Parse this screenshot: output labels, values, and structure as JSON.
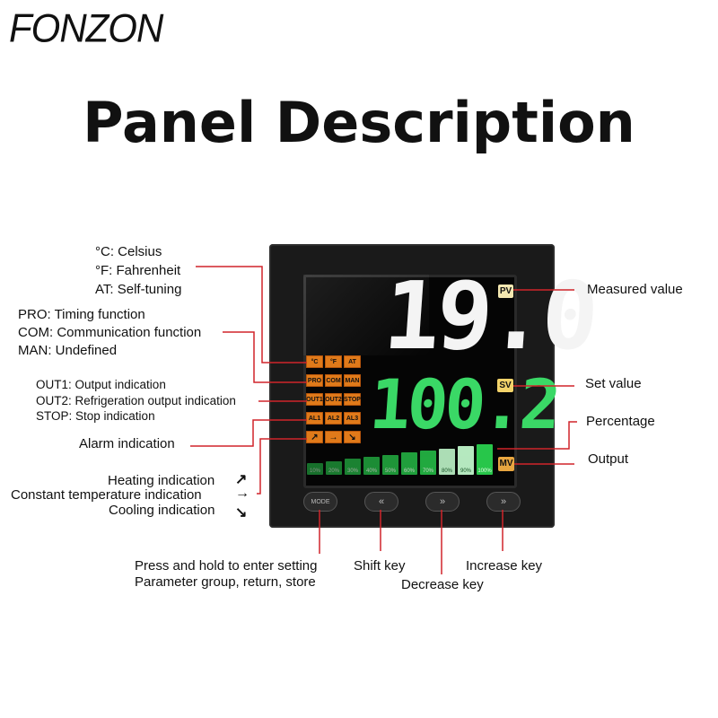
{
  "brand": "FONZON",
  "title": "Panel Description",
  "display": {
    "pv_value": "19.0",
    "sv_value": "100.2",
    "pv_tag": "PV",
    "sv_tag": "SV",
    "mv_tag": "MV",
    "indicators": [
      [
        "°C",
        "°F",
        "AT"
      ],
      [
        "PRO",
        "COM",
        "MAN"
      ],
      [
        "OUT1",
        "OUT2",
        "STOP"
      ],
      [
        "AL1",
        "AL2",
        "AL3"
      ],
      [
        "↗",
        "→",
        "↘"
      ]
    ],
    "bar_labels": [
      "10%",
      "20%",
      "30%",
      "40%",
      "50%",
      "60%",
      "70%",
      "80%",
      "90%",
      "100%"
    ],
    "keys": [
      "MODE",
      "«",
      "»",
      "»"
    ]
  },
  "labels": {
    "celsius": "°C: Celsius",
    "fahrenheit": "°F: Fahrenheit",
    "self_tuning": "AT: Self-tuning",
    "pro": "PRO: Timing function",
    "com": "COM: Communication function",
    "man": "MAN: Undefined",
    "out1": "OUT1: Output indication",
    "out2": "OUT2: Refrigeration output indication",
    "stop": "STOP: Stop indication",
    "alarm": "Alarm indication",
    "heating": "Heating indication",
    "constant": "Constant temperature indication",
    "cooling": "Cooling indication",
    "measured": "Measured value",
    "set_value": "Set value",
    "percentage": "Percentage",
    "output": "Output",
    "mode_line1": "Press and hold to enter setting",
    "mode_line2": "Parameter group, return, store",
    "shift_key": "Shift key",
    "decrease_key": "Decrease key",
    "increase_key": "Increase key"
  },
  "arrow_glyphs": {
    "heating": "↗",
    "constant": "→",
    "cooling": "↘"
  },
  "colors": {
    "indicator": "#e07a1a",
    "bar": "#27c64a",
    "leader": "#d0242a",
    "tag": "#f3d36a"
  }
}
